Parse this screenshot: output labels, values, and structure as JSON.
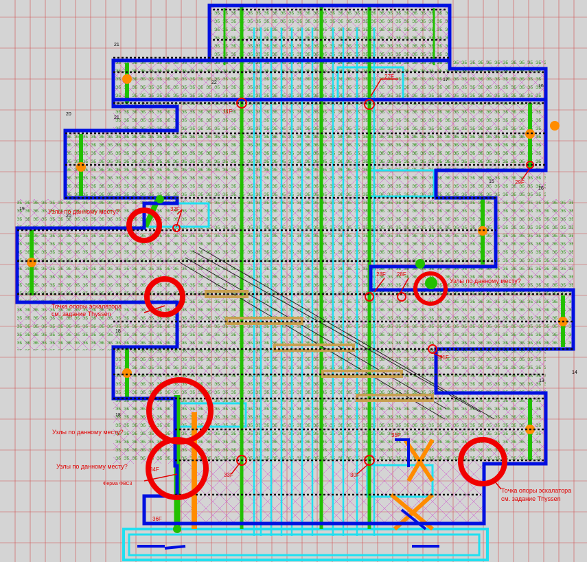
{
  "drawing": {
    "annotations": {
      "nodes_question_1": "Узлы по данному месту?",
      "nodes_question_2": "Узлы по данному месту?",
      "nodes_question_3": "Узлы по данному месту?",
      "nodes_question_4": "Узлы по данному месту?",
      "escalator_support_left_line1": "Точка опоры эскалатора",
      "escalator_support_left_line2": "см. задание Thyssen",
      "escalator_support_right_line1": "Точка опоры эскалатора",
      "escalator_support_right_line2": "см. задание Thyssen",
      "truss_label": "Ферма ФВС3"
    },
    "tags": {
      "t11f": "11F",
      "t27f": "27F",
      "t28f": "28F",
      "t28f_b": "28F",
      "t29f": "29F",
      "t30f": "30F",
      "t31f": "31F",
      "t32f": "32F",
      "t33f": "33F",
      "t34f": "34F",
      "t35f": "35F",
      "t36f": "36F"
    },
    "grid_numbers": {
      "n13": "13",
      "n14": "14",
      "n15": "15",
      "n16": "16",
      "n16b": "16",
      "n17": "17",
      "n18": "18",
      "n18b": "18",
      "n19": "19",
      "n20": "20",
      "n20b": "20",
      "n21": "21",
      "n21b": "21",
      "n22": "22"
    },
    "colors": {
      "background": "#d4d4d4",
      "outline": "#0010e0",
      "beam_green": "#22c000",
      "beam_cyan": "#20e0f0",
      "bracing_magenta": "#d040d0",
      "grid_red": "#d04040",
      "markers_red": "#f00000",
      "orange": "#ff8c00",
      "text_red": "#e00000"
    }
  }
}
